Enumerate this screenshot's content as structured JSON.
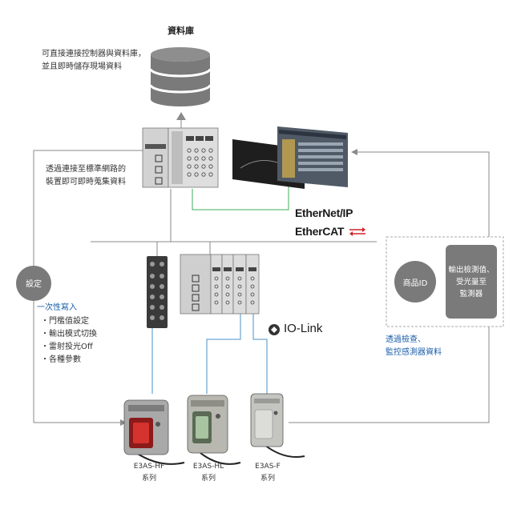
{
  "database": {
    "title": "資料庫",
    "description_lines": [
      "可直接連接控制器與資料庫，",
      "並且即時儲存現場資料"
    ]
  },
  "network": {
    "description_lines": [
      "透過連接至標準網路的",
      "裝置即可即時蒐集資料"
    ],
    "ethernet_ip_logo": "EtherNet/IP",
    "ethercat_logo": "EtherCAT"
  },
  "settings": {
    "circle_label": "設定",
    "heading": "一次性寫入",
    "items": [
      "・門檻值設定",
      "・輸出模式切換",
      "・雷射投光Off",
      "・各種參數"
    ]
  },
  "monitoring": {
    "product_id_label": "商品ID",
    "output_box_lines": [
      "輸出檢測值、",
      "受光量至",
      "監測器"
    ],
    "caption_lines": [
      "透過檢查、",
      "監控感測器資料"
    ]
  },
  "iolink": {
    "logo_text": "IO-Link"
  },
  "sensors": [
    {
      "model": "E3AS-HF",
      "series": "系列"
    },
    {
      "model": "E3AS-HL",
      "series": "系列"
    },
    {
      "model": "E3AS-F",
      "series": "系列"
    }
  ],
  "colors": {
    "line_gray": "#8a8a8a",
    "line_green": "#3fae5a",
    "line_blue": "#4a90c8",
    "circle_gray": "#7a7a7a",
    "text_blue": "#1a5ea8"
  }
}
